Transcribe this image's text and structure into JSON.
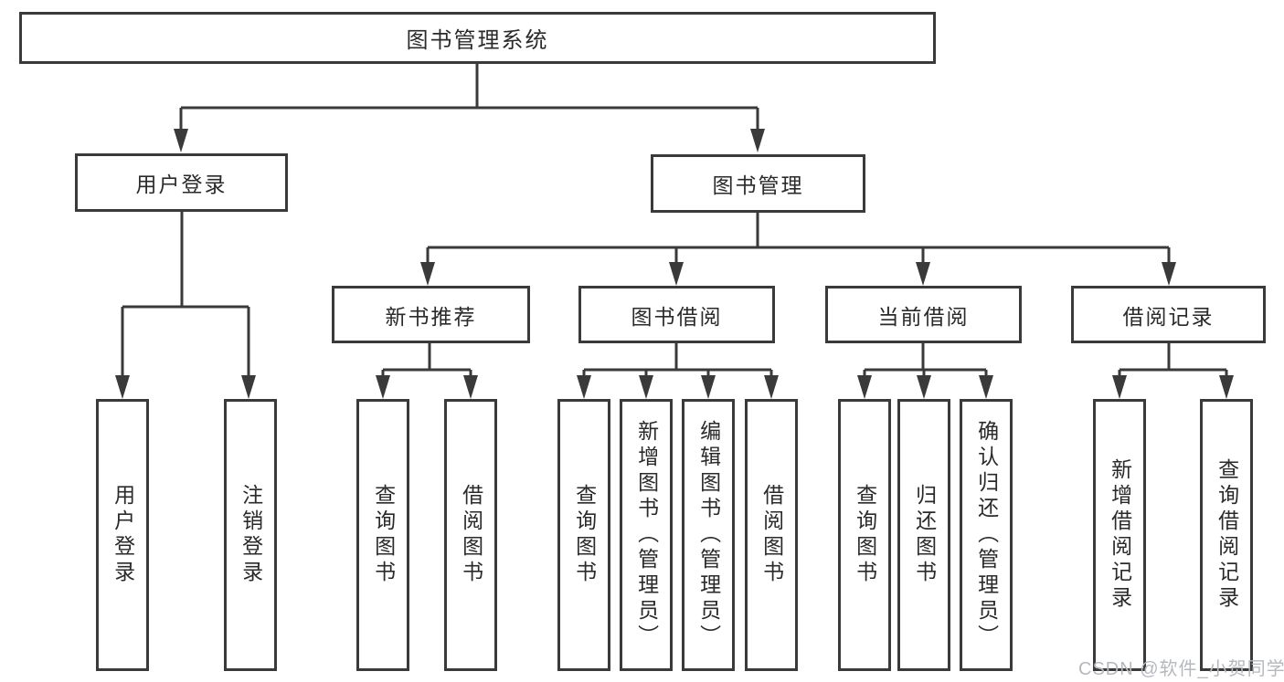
{
  "diagram": {
    "type": "hierarchy-tree",
    "colors": {
      "line": "#3a3a3a",
      "box_border": "#3a3a3a",
      "text": "#2a2a2a",
      "background": "#ffffff",
      "watermark": "#b5b9bf"
    },
    "watermark": "CSDN @软件_小贺同学",
    "tree": {
      "root": {
        "label": "图书管理系统",
        "children": [
          {
            "label": "用户登录",
            "children": [
              {
                "label": "用户登录"
              },
              {
                "label": "注销登录"
              }
            ]
          },
          {
            "label": "图书管理",
            "children": [
              {
                "label": "新书推荐",
                "children": [
                  {
                    "label": "查询图书"
                  },
                  {
                    "label": "借阅图书"
                  }
                ]
              },
              {
                "label": "图书借阅",
                "children": [
                  {
                    "label": "查询图书"
                  },
                  {
                    "label": "新增图书（管理员）"
                  },
                  {
                    "label": "编辑图书（管理员）"
                  },
                  {
                    "label": "借阅图书"
                  }
                ]
              },
              {
                "label": "当前借阅",
                "children": [
                  {
                    "label": "查询图书"
                  },
                  {
                    "label": "归还图书"
                  },
                  {
                    "label": "确认归还（管理员）"
                  }
                ]
              },
              {
                "label": "借阅记录",
                "children": [
                  {
                    "label": "新增借阅记录"
                  },
                  {
                    "label": "查询借阅记录"
                  }
                ]
              }
            ]
          }
        ]
      }
    }
  }
}
